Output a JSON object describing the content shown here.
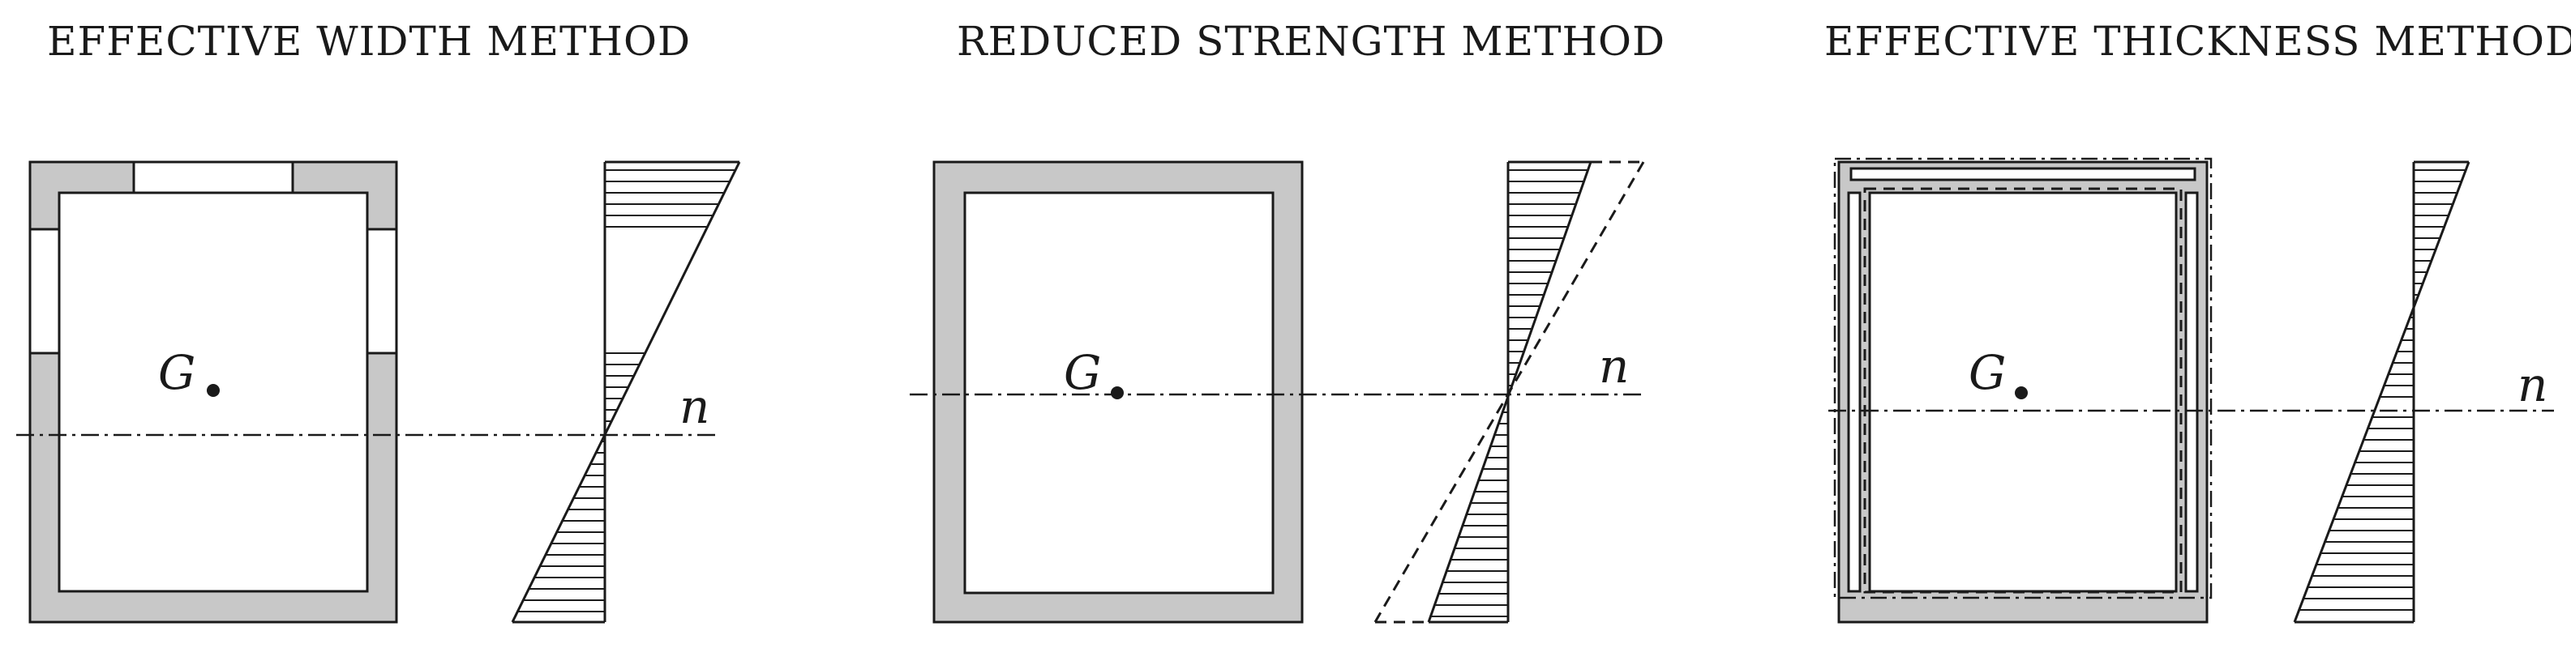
{
  "panels": [
    {
      "title": "EFFECTIVE WIDTH METHOD",
      "centroid_label": "G",
      "axis_label": "n"
    },
    {
      "title": "REDUCED STRENGTH METHOD",
      "centroid_label": "G",
      "axis_label": "n"
    },
    {
      "title": "EFFECTIVE THICKNESS METHOD",
      "centroid_label": "G",
      "axis_label": "n"
    }
  ]
}
